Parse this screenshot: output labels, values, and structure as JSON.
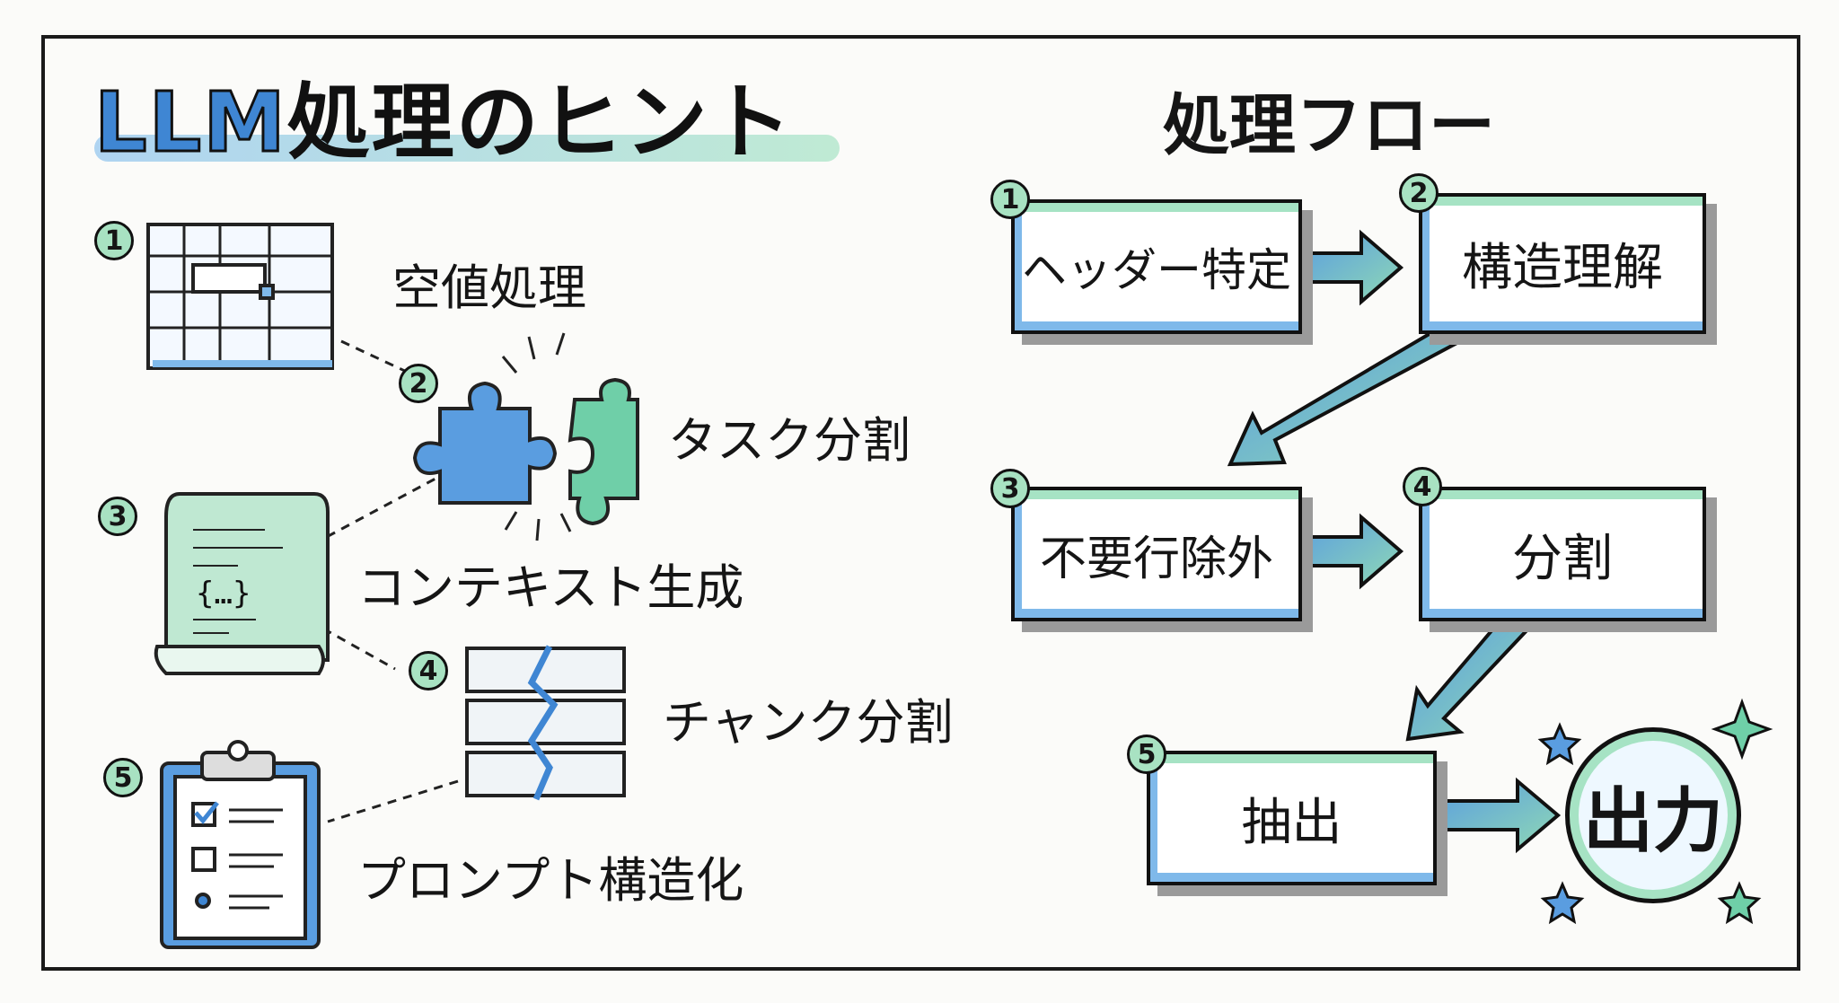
{
  "title": {
    "llm": "LLM",
    "rest": "処理のヒント"
  },
  "flow_title": "処理フロー",
  "tips": [
    {
      "num": "1",
      "label": "空値処理",
      "icon": "spreadsheet-icon"
    },
    {
      "num": "2",
      "label": "タスク分割",
      "icon": "puzzle-icon"
    },
    {
      "num": "3",
      "label": "コンテキスト生成",
      "icon": "scroll-icon",
      "icon_text": "{…}"
    },
    {
      "num": "4",
      "label": "チャンク分割",
      "icon": "split-blocks-icon"
    },
    {
      "num": "5",
      "label": "プロンプト構造化",
      "icon": "clipboard-checklist-icon"
    }
  ],
  "flow": [
    {
      "num": "1",
      "label": "ヘッダー特定"
    },
    {
      "num": "2",
      "label": "構造理解"
    },
    {
      "num": "3",
      "label": "不要行除外"
    },
    {
      "num": "4",
      "label": "分割"
    },
    {
      "num": "5",
      "label": "抽出"
    }
  ],
  "output": "出力",
  "colors": {
    "blue": "#3f86d3",
    "green": "#a6e3c4",
    "ink": "#111111"
  }
}
